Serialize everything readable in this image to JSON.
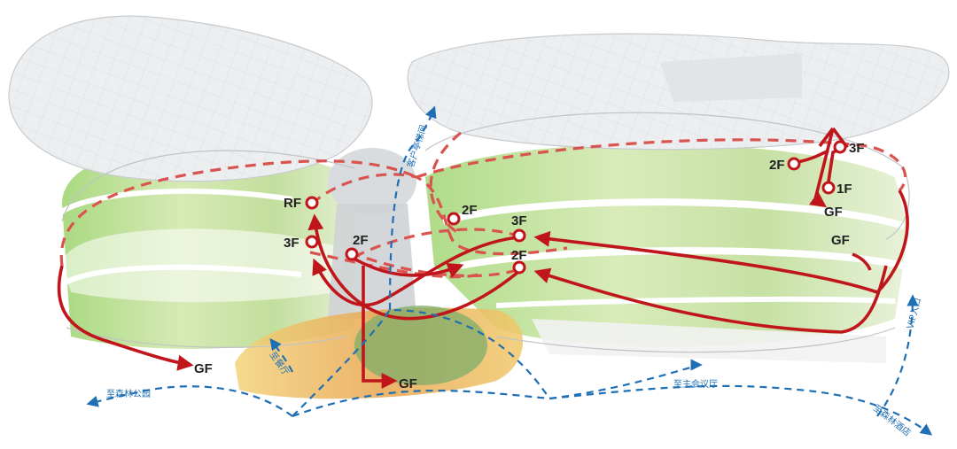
{
  "colors": {
    "route_red": "#c0161b",
    "route_red_dashed": "#d9534f",
    "route_blue": "#1f6fb5",
    "roof": "#e9ecee",
    "glass_green": "#6fbf4a"
  },
  "floor_labels": {
    "rf": "RF",
    "f3_left": "3F",
    "f2_left": "2F",
    "f2_mid": "2F",
    "f3_center": "3F",
    "f2_center": "2F",
    "gf_left": "GF",
    "gf_bottom": "GF",
    "f2_right": "2F",
    "f3_right": "3F",
    "f1_right": "1F",
    "gf_right_top": "GF",
    "gf_right": "GF"
  },
  "destinations": {
    "guest_elevator": "客户亭梯间",
    "dining": "至餐厅",
    "forest_park": "至森林公园",
    "main_hall": "至主会议厅",
    "vip_entrance": "VIP入口",
    "forest_hotel": "至森林酒店"
  }
}
